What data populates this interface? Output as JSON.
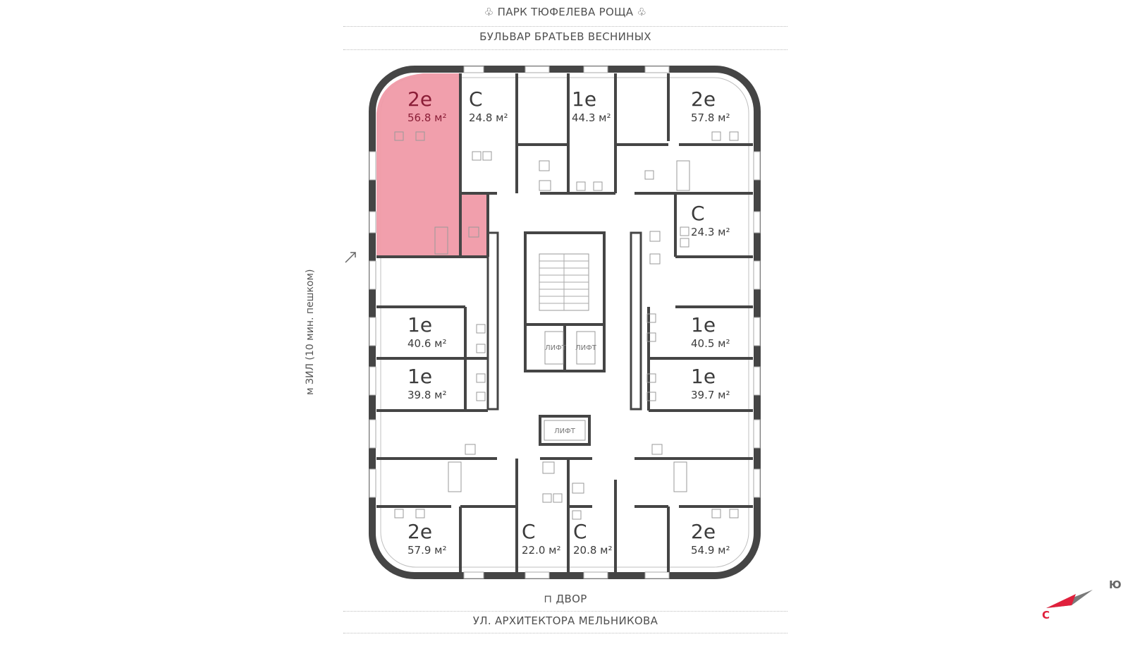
{
  "top": {
    "park": "ПАРК ТЮФЕЛЕВА РОЩА",
    "boulevard": "БУЛЬВАР БРАТЬЕВ ВЕСНИНЫХ"
  },
  "bottom": {
    "yard": "ДВОР",
    "street": "УЛ. АРХИТЕКТОРА МЕЛЬНИКОВА"
  },
  "side": {
    "metro": "м ЗИЛ (10 мин. пешком)"
  },
  "compass": {
    "south": "Ю",
    "north": "С"
  },
  "lift_label": "ЛИФТ",
  "selected_color": "#f09aa8",
  "units": [
    {
      "type": "2е",
      "area": "56.8 м²",
      "selected": true
    },
    {
      "type": "С",
      "area": "24.8 м²"
    },
    {
      "type": "1е",
      "area": "44.3 м²"
    },
    {
      "type": "2е",
      "area": "57.8 м²"
    },
    {
      "type": "С",
      "area": "24.3 м²"
    },
    {
      "type": "1е",
      "area": "40.6 м²"
    },
    {
      "type": "1е",
      "area": "40.5 м²"
    },
    {
      "type": "1е",
      "area": "39.8 м²"
    },
    {
      "type": "1е",
      "area": "39.7 м²"
    },
    {
      "type": "2е",
      "area": "57.9 м²"
    },
    {
      "type": "С",
      "area": "22.0 м²"
    },
    {
      "type": "С",
      "area": "20.8 м²"
    },
    {
      "type": "2е",
      "area": "54.9 м²"
    }
  ]
}
